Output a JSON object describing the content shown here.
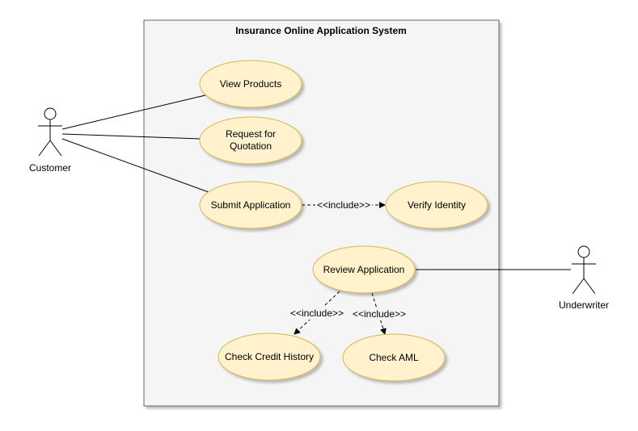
{
  "diagram": {
    "system_title": "Insurance Online Application System",
    "colors": {
      "system_fill": "#f5f5f5",
      "system_stroke": "#666666",
      "usecase_fill": "#fff2cc",
      "usecase_stroke": "#d6b656",
      "line": "#000000",
      "shadow": "#c8c8c8"
    },
    "actors": {
      "customer": {
        "label": "Customer"
      },
      "underwriter": {
        "label": "Underwriter"
      }
    },
    "use_cases": {
      "view_products": {
        "label": "View Products"
      },
      "request_quotation": {
        "label_line1": "Request for",
        "label_line2": "Quotation"
      },
      "submit_application": {
        "label": "Submit Application"
      },
      "verify_identity": {
        "label": "Verify Identity"
      },
      "review_application": {
        "label": "Review Application"
      },
      "check_credit_history": {
        "label": "Check Credit History"
      },
      "check_aml": {
        "label": "Check AML"
      }
    },
    "relationships": {
      "submit_includes_verify": "<<include>>",
      "review_includes_credit": "<<include>>",
      "review_includes_aml": "<<include>>"
    }
  }
}
